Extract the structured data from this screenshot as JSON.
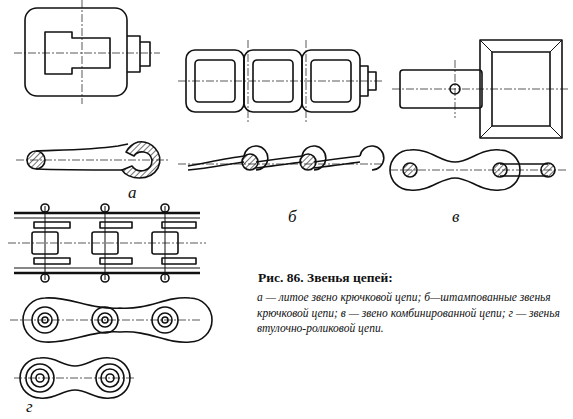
{
  "diagram": {
    "title": "Рис. 86. Звенья цепей:",
    "caption": "а — литое звено крючковой цепи; б—штампованные звенья крючковой цепи; в — звено комбинированной цепи; г — звенья втулочно-роликовой цепи.",
    "labels": [
      "а",
      "б",
      "в",
      "г"
    ]
  }
}
